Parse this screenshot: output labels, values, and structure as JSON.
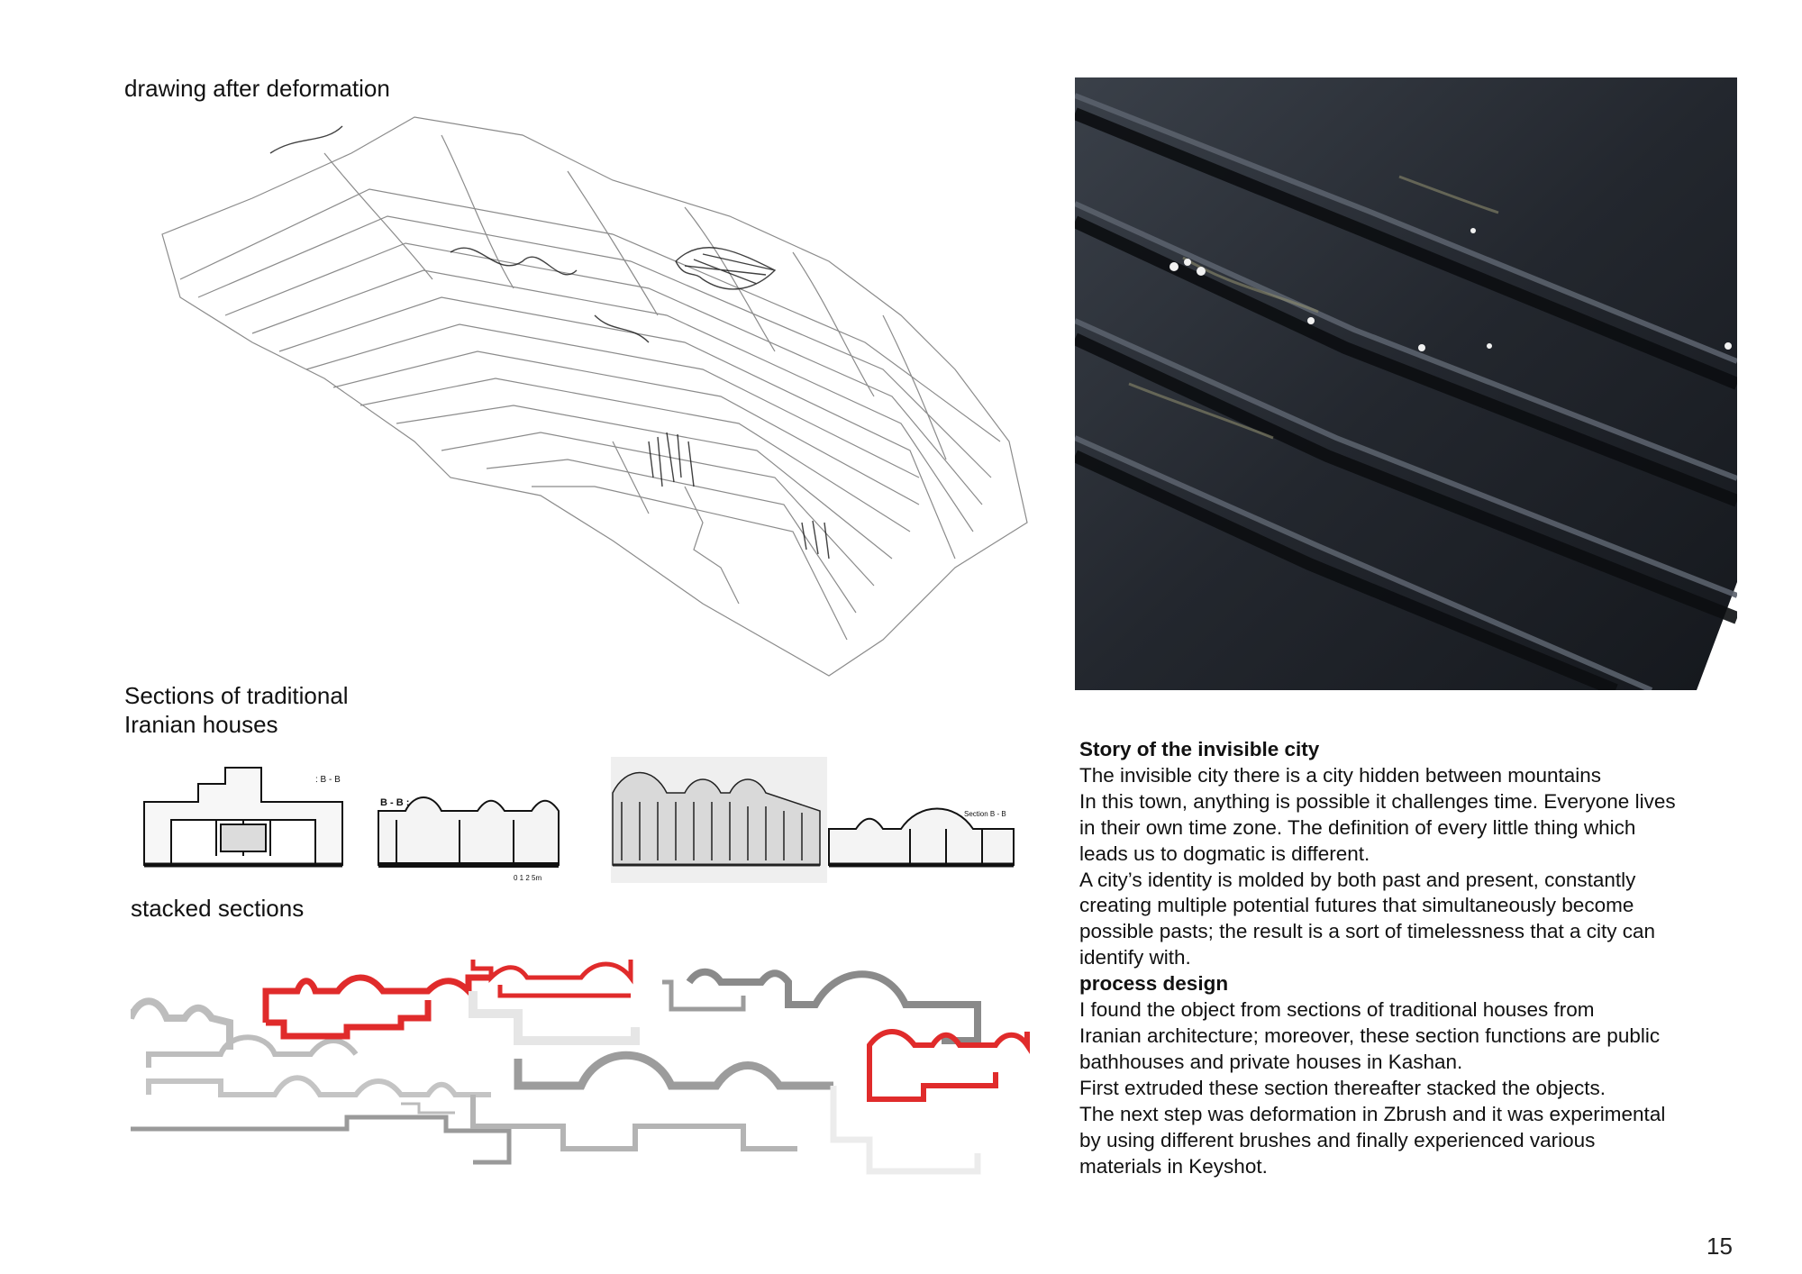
{
  "headings": {
    "drawing": "drawing after deformation",
    "sections_line1": "Sections of traditional",
    "sections_line2": "Iranian houses",
    "stacked": "stacked sections"
  },
  "section_labels": {
    "a": ": B - B",
    "b": "B - B :",
    "scale": "0  1  2    5m",
    "c": "Section B - B"
  },
  "story": {
    "title": "Story of the invisible city",
    "lines": [
      "The invisible city there is a city hidden between mountains",
      "In this town, anything is possible it challenges time. Everyone lives",
      "in their own time zone. The definition of every little thing which",
      "leads us to dogmatic is different.",
      "A city’s identity is molded by both past and present, constantly",
      "creating multiple potential futures that simultaneously become",
      "possible pasts; the result is a sort of timelessness that a city can",
      "identify with."
    ]
  },
  "process": {
    "title": "process design",
    "lines": [
      "I found the object from sections of traditional houses from",
      "Iranian architecture; moreover, these section functions are public",
      "bathhouses and private houses in Kashan.",
      "First extruded these section thereafter stacked the objects.",
      "The next step was deformation in Zbrush and it was experimental",
      "by using different brushes and finally experienced various",
      "materials in Keyshot."
    ]
  },
  "page_number": "15",
  "colors": {
    "accent_red": "#e02b2b",
    "render_dark": "#2b3038",
    "gray": "#8a8a8a"
  }
}
